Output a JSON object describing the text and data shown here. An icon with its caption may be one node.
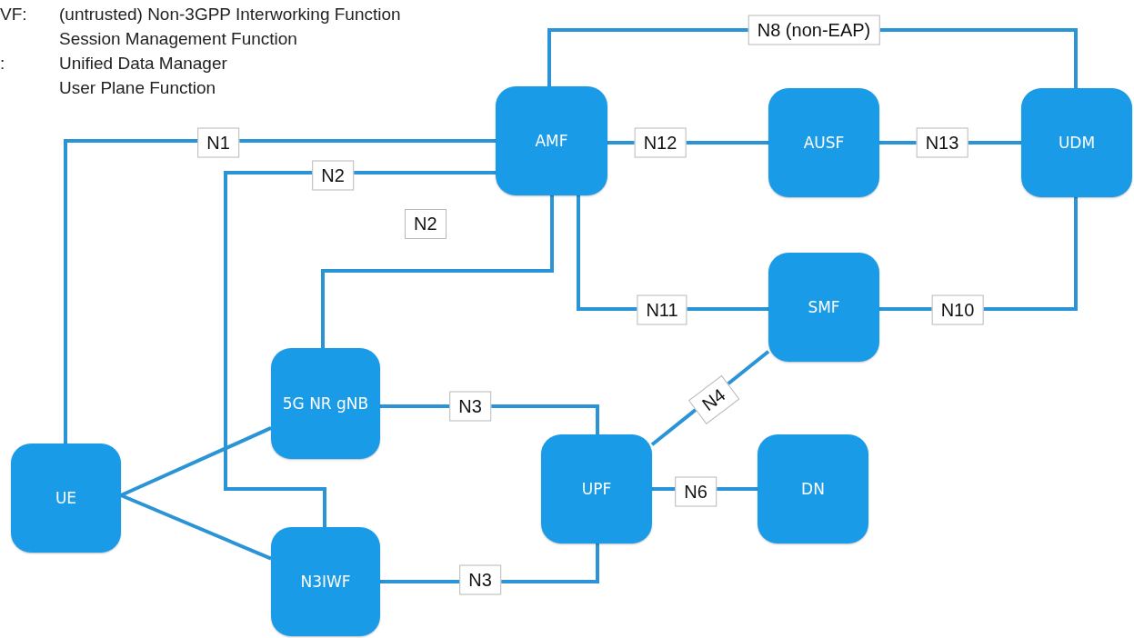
{
  "diagram": {
    "nodes": [
      {
        "text": [
          "AMF"
        ]
      },
      {
        "text": [
          "AUSF"
        ]
      },
      {
        "text": [
          "UDM"
        ]
      },
      {
        "text": [
          "SMF"
        ]
      },
      {
        "text": [
          "5G NR gNB"
        ]
      },
      {
        "text": [
          "UE"
        ]
      },
      {
        "text": [
          "N3IWF"
        ]
      },
      {
        "text": [
          "UPF"
        ]
      },
      {
        "text": [
          "DN"
        ]
      }
    ],
    "edges": [
      {
        "from": 5,
        "to": 0,
        "arrow": "none",
        "label": "N1"
      },
      {
        "from": 6,
        "to": 0,
        "arrow": "none",
        "label": "N2"
      },
      {
        "from": 4,
        "to": 0,
        "arrow": "none"
      },
      {
        "from": 0,
        "to": 1,
        "arrow": "none",
        "label": "N12"
      },
      {
        "from": 1,
        "to": 2,
        "arrow": "none",
        "label": "N13"
      },
      {
        "from": 0,
        "to": 2,
        "arrow": "none",
        "label": "N8 (non-EAP)"
      },
      {
        "from": 0,
        "to": 3,
        "arrow": "none",
        "label": "N11"
      },
      {
        "from": 3,
        "to": 2,
        "arrow": "none",
        "label": "N10"
      },
      {
        "from": 4,
        "to": 7,
        "arrow": "none",
        "label": "N3"
      },
      {
        "from": 6,
        "to": 7,
        "arrow": "none",
        "label": "N3"
      },
      {
        "from": 7,
        "to": 3,
        "arrow": "none",
        "label": "N4"
      },
      {
        "from": 7,
        "to": 8,
        "arrow": "none",
        "label": "N6"
      },
      {
        "from": 5,
        "to": 4,
        "arrow": "none"
      },
      {
        "from": 5,
        "to": 6,
        "arrow": "none"
      }
    ],
    "labels": [
      "VF:",
      "(untrusted) Non-3GPP Interworking Function",
      "Session Management Function",
      ":",
      "Unified Data Manager",
      "User Plane Function",
      "N2"
    ]
  }
}
